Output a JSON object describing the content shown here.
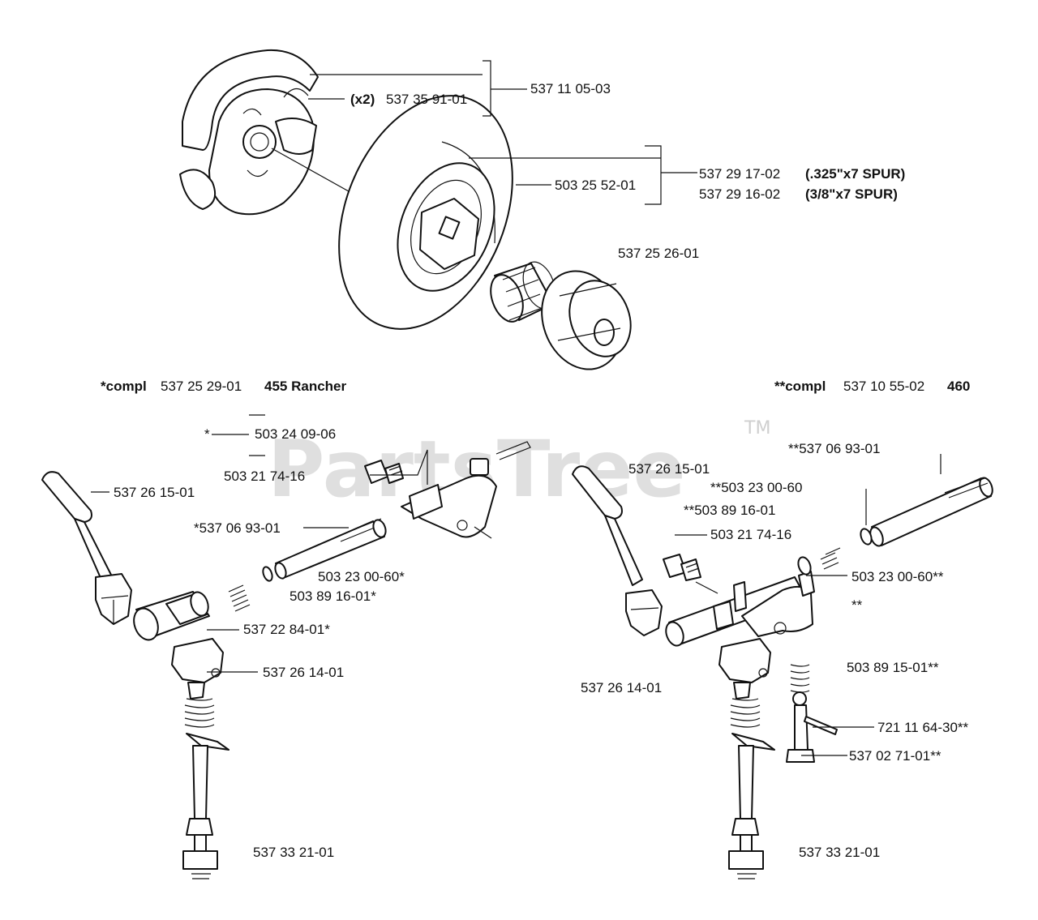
{
  "watermark": {
    "text": "PartsTree",
    "tm": "TM"
  },
  "headers": {
    "left": {
      "prefix": "*compl",
      "number": "537 25 29-01",
      "model": "455 Rancher"
    },
    "right": {
      "prefix": "**compl",
      "number": "537 10 55-02",
      "model": "460"
    }
  },
  "clutch": {
    "assembly": "537 11 05-03",
    "spring_qty": "(x2)",
    "spring": "537 35 91-01",
    "drum_a": "537 29 17-02",
    "drum_a_spec": "(.325\"x7 SPUR)",
    "drum_b": "537 29 16-02",
    "drum_b_spec": "(3/8\"x7 SPUR)",
    "bearing": "503 25 52-01",
    "rim": "537 25 26-01"
  },
  "left_parts": {
    "screw_star": "*",
    "screw": "503 24 09-06",
    "bolt": "503 21 74-16",
    "lever": "537 26 15-01",
    "shaft": "*537 06 93-01",
    "spring": "503 23 00-60*",
    "washer": "503 89 16-01*",
    "cylinder": "537 22 84-01*",
    "bracket": "537 26 14-01",
    "cable": "537 33 21-01"
  },
  "right_parts": {
    "shaft": "**537 06 93-01",
    "lever": "537 26 15-01",
    "spring_a": "**503 23 00-60",
    "washer_a": "**503 89 16-01",
    "bolt": "503 21 74-16",
    "spring_b": "503 23 00-60**",
    "star": "**",
    "washer_b": "503 89 15-01**",
    "bracket": "537 26 14-01",
    "pin": "721 11 64-30**",
    "plunger": "537 02 71-01**",
    "cable": "537 33 21-01"
  }
}
